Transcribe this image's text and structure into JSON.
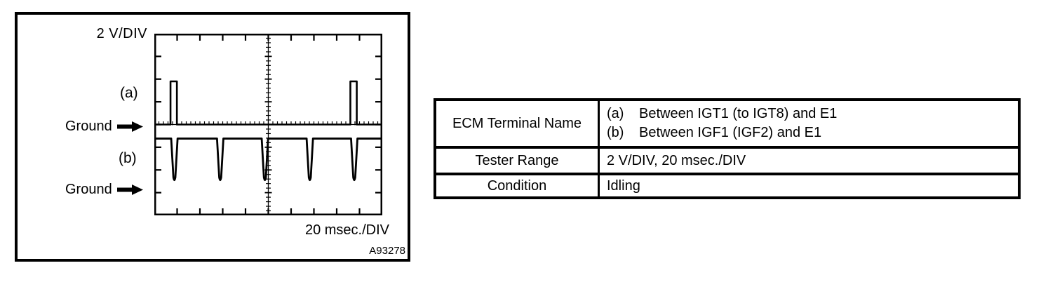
{
  "colors": {
    "ink": "#000000",
    "paper": "#ffffff"
  },
  "figure": {
    "code": "A93278",
    "volts_label": "2 V/DIV",
    "time_label": "20 msec./DIV",
    "trace_a_tag": "(a)",
    "trace_b_tag": "(b)",
    "ground_a": "Ground",
    "ground_b": "Ground"
  },
  "table": {
    "rows": [
      {
        "label": "ECM Terminal Name",
        "lines": [
          {
            "marker": "(a)",
            "text": "Between IGT1 (to IGT8) and E1"
          },
          {
            "marker": "(b)",
            "text": "Between IGF1 (IGF2) and E1"
          }
        ]
      },
      {
        "label": "Tester Range",
        "value": "2 V/DIV, 20 msec./DIV"
      },
      {
        "label": "Condition",
        "value": "Idling"
      }
    ]
  },
  "chart_data": {
    "type": "line",
    "title": "Oscilloscope waveform of IGT/IGF ignition signals at idle",
    "xlabel": "20 msec./DIV",
    "ylabel": "2 V/DIV",
    "x_divisions": 10,
    "y_divisions": 8,
    "msec_per_div": 20,
    "volts_per_div": 2,
    "grid": "center crosshair with 0.2-div fine ticks; edge ticks at each division",
    "series": [
      {
        "name": "(a) Between IGT1 (to IGT8) and E1",
        "pulse_direction": "up",
        "baseline_y_div": 4.0,
        "pulse_height_div": 1.9,
        "pulse_width_div": 0.28,
        "pulse_centers_x_div": [
          0.85,
          8.74
        ]
      },
      {
        "name": "(b) Between IGF1 (IGF2) and E1",
        "pulse_direction": "down",
        "baseline_y_div": 4.62,
        "pulse_depth_div": 1.95,
        "pulse_width_div": 0.28,
        "pulse_centers_x_div": [
          0.88,
          2.89,
          4.85,
          6.82,
          8.77
        ]
      }
    ],
    "ground_marker_y_div": [
      4.05,
      6.86
    ]
  }
}
